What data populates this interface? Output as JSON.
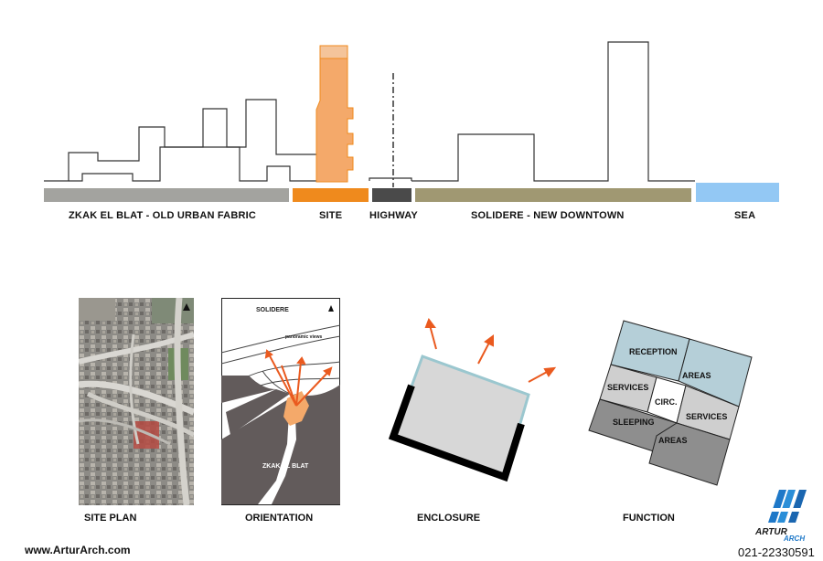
{
  "section": {
    "labels": {
      "urban": "ZKAK EL BLAT - OLD URBAN FABRIC",
      "site": "SITE",
      "highway": "HIGHWAY",
      "solidere": "SOLIDERE - NEW DOWNTOWN",
      "sea": "SEA"
    },
    "colors": {
      "urban": "#a3a39f",
      "site": "#ef8a1d",
      "site_building": "#f4a96a",
      "highway": "#4a4a4a",
      "solidere": "#a09872",
      "sea": "#93c8f4"
    }
  },
  "diagrams": {
    "captions": [
      "SITE PLAN",
      "ORIENTATION",
      "ENCLOSURE",
      "FUNCTION"
    ],
    "orientation": {
      "solidere": "SOLIDERE",
      "views": "panoramic views",
      "zkak": "ZKAK EL BLAT"
    },
    "function": {
      "reception": "RECEPTION",
      "areas_top": "AREAS",
      "services_left": "SERVICES",
      "circ": "CIRC.",
      "services_right": "SERVICES",
      "sleeping": "SLEEPING",
      "areas_bottom": "AREAS"
    },
    "arrow_color": "#ea5a1f"
  },
  "footer": {
    "website": "www.ArturArch.com",
    "phone": "021-22330591",
    "logo_word_1": "ARTUR",
    "logo_word_2": "ARCH"
  }
}
